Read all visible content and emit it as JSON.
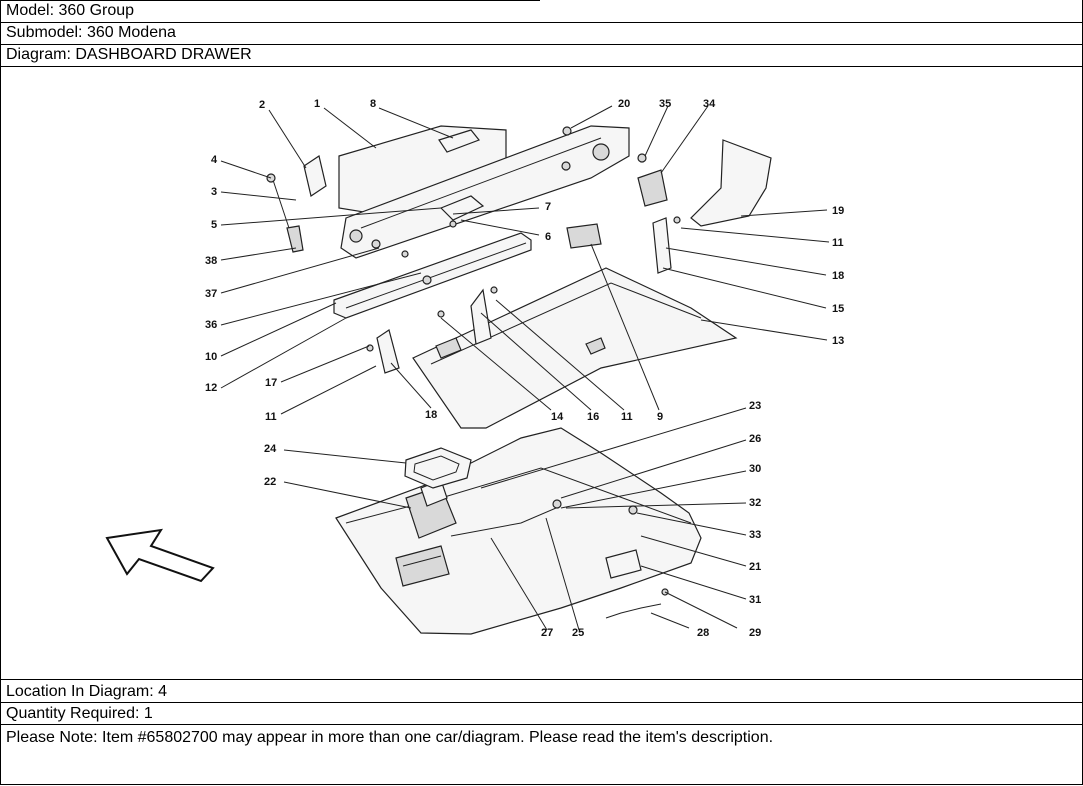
{
  "header": {
    "model": "Model: 360 Group",
    "submodel": "Submodel: 360 Modena",
    "diagram": "Diagram: DASHBOARD DRAWER"
  },
  "diagram": {
    "callouts": [
      "1",
      "2",
      "3",
      "4",
      "5",
      "6",
      "7",
      "8",
      "9",
      "10",
      "11",
      "12",
      "13",
      "14",
      "15",
      "16",
      "17",
      "18",
      "19",
      "20",
      "21",
      "22",
      "23",
      "24",
      "25",
      "26",
      "27",
      "28",
      "29",
      "30",
      "31",
      "32",
      "33",
      "34",
      "35",
      "36",
      "37",
      "38"
    ],
    "direction_icon": "arrow-icon"
  },
  "footer": {
    "location": "Location In Diagram: 4",
    "quantity": "Quantity Required: 1",
    "note": "Please Note: Item #65802700 may appear in more than one car/diagram. Please read the item's description."
  }
}
